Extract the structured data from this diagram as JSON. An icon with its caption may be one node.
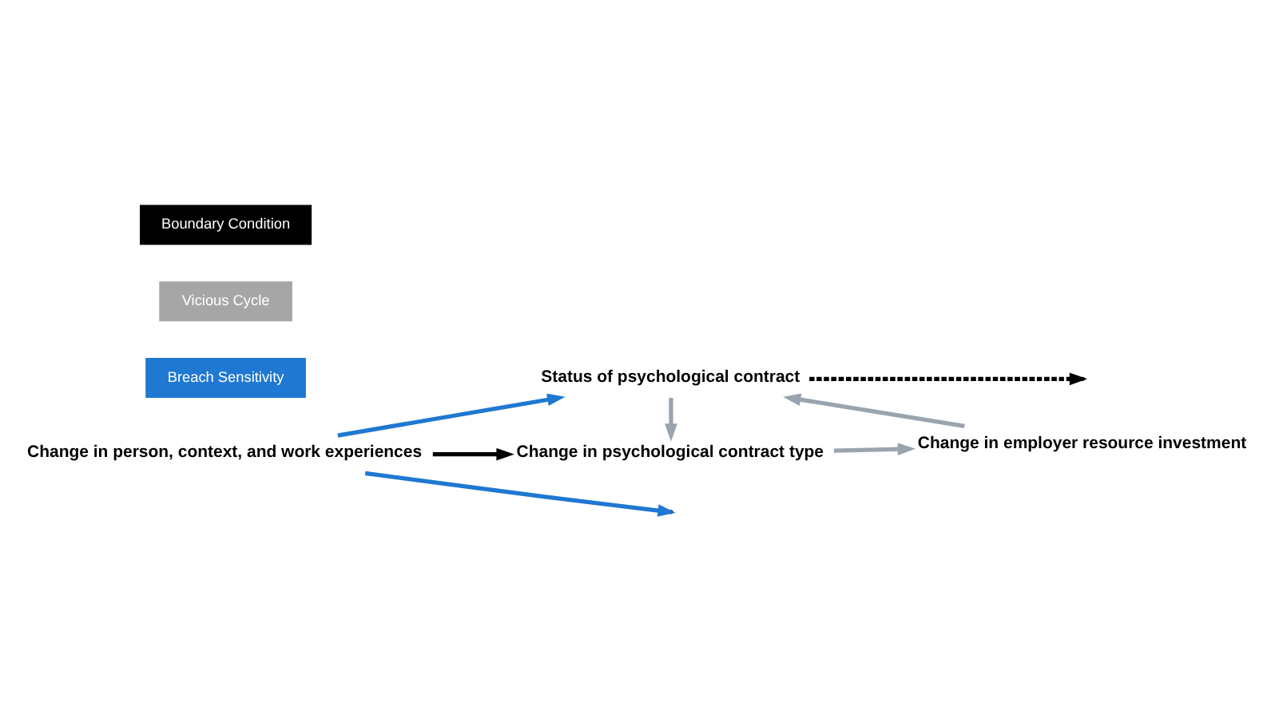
{
  "diagram": {
    "nodes": [
      {
        "text": [
          "Change in person, context, and work experiences"
        ]
      },
      {
        "text": [
          "Status of psychological contract"
        ]
      },
      {
        "text": [
          "Change in employer resource investment"
        ]
      },
      {
        "text": [
          "Change in psychological contract type"
        ]
      },
      {
        "text": [
          "Breach Sensitivity"
        ]
      },
      {
        "text": [
          "Vicious Cycle"
        ]
      },
      {
        "text": [
          "Boundary Condition"
        ]
      }
    ],
    "edges": [
      {
        "from": 0,
        "to": 1,
        "arrow": "to",
        "color": "#1f78d1"
      },
      {
        "from": 0,
        "to": null,
        "arrow": "to",
        "color": "#1f78d1"
      },
      {
        "from": 0,
        "to": 3,
        "arrow": "to",
        "color": "#000000"
      },
      {
        "from": 1,
        "to": null,
        "arrow": "to",
        "style": "dashed",
        "color": "#000000"
      },
      {
        "from": 1,
        "to": 3,
        "arrow": "to",
        "color": "#9aa4ae"
      },
      {
        "from": 3,
        "to": 2,
        "arrow": "to",
        "color": "#9aa4ae"
      },
      {
        "from": 2,
        "to": 1,
        "arrow": "to",
        "color": "#9aa4ae"
      }
    ]
  }
}
